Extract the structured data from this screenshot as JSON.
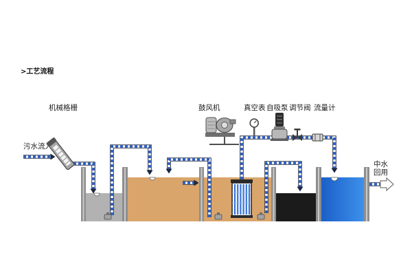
{
  "title": ">工艺流程",
  "labels": {
    "mechanical_screen": "机械格栅",
    "blower": "鼓风机",
    "vacuum_gauge": "真空表",
    "self_priming_pump": "自吸泵",
    "regulating_valve": "调节阀",
    "flowmeter": "流量计",
    "sewage_inflow": "污水流入",
    "reclaimed_water_line1": "中水",
    "reclaimed_water_line2": "回用"
  },
  "icons": {
    "mechanical_screen": "mechanical-screen-icon",
    "blower": "blower-icon",
    "vacuum_gauge": "vacuum-gauge-icon",
    "self_priming_pump": "self-priming-pump-icon",
    "regulating_valve": "regulating-valve-icon",
    "flowmeter": "flowmeter-icon",
    "membrane_module": "membrane-module-icon",
    "submersible_pump": "submersible-pump-icon",
    "outlet_arrow": "outlet-arrow-icon"
  },
  "colors": {
    "background": "#ffffff",
    "text": "#222222",
    "pipe": "#2a5cc4",
    "pipe_outline": "#2b3446",
    "arrowhead": "#1c2740",
    "tank_wall": "#8e8e8e",
    "tank_wall_highlight": "#cacaca",
    "water_screen_tank": "#b2b2b2",
    "water_bio_tank": "#d9a56b",
    "water_sludge_tank": "#1b1b1b",
    "water_clean_dark": "#1a5fc8",
    "water_clean_light": "#3d90ea"
  }
}
